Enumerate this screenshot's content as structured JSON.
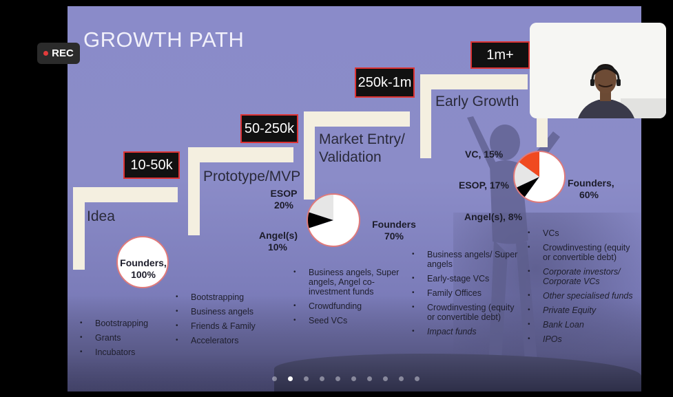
{
  "recording": {
    "label": "REC"
  },
  "slide": {
    "title": "GROWTH PATH",
    "stages": [
      {
        "name": "Idea",
        "amount": "",
        "bullets": [
          "Bootstrapping",
          "Grants",
          "Incubators"
        ]
      },
      {
        "name": "Prototype/MVP",
        "amount": "10-50k",
        "bullets": [
          "Bootstrapping",
          "Business angels",
          "Friends & Family",
          "Accelerators"
        ]
      },
      {
        "name": "Market Entry/ Validation",
        "name_line1": "Market Entry/",
        "name_line2": "Validation",
        "amount": "50-250k",
        "bullets": [
          "Business angels, Super angels, Angel co-investment funds",
          "Crowdfunding",
          "Seed VCs"
        ]
      },
      {
        "name": "Early Growth",
        "amount": "250k-1m",
        "bullets": [
          "Business angels/ Super angels",
          "Early-stage VCs",
          "Family Offices",
          "Crowdinvesting (equity or convertible debt)",
          "Impact funds"
        ]
      },
      {
        "name": "",
        "amount": "1m+",
        "bullets": [
          "VCs",
          "Crowdinvesting (equity or convertible debt)",
          "Corporate investors/ Corporate VCs",
          "Other specialised funds",
          "Private Equity",
          "Bank Loan",
          "IPOs"
        ]
      }
    ],
    "pies": [
      {
        "labels": {
          "founders_l1": "Founders,",
          "founders_l2": "100%"
        },
        "slices": [
          {
            "name": "Founders",
            "value": 100,
            "color": "#ffffff"
          }
        ]
      },
      {
        "labels": {
          "esop_l1": "ESOP",
          "esop_l2": "20%",
          "angel_l1": "Angel(s)",
          "angel_l2": "10%",
          "founders_l1": "Founders",
          "founders_l2": "70%"
        },
        "slices": [
          {
            "name": "Founders",
            "value": 70,
            "color": "#ffffff"
          },
          {
            "name": "Angel(s)",
            "value": 10,
            "color": "#000000"
          },
          {
            "name": "ESOP",
            "value": 20,
            "color": "#e6e6e6"
          }
        ]
      },
      {
        "labels": {
          "vc": "VC, 15%",
          "esop": "ESOP, 17%",
          "angel": "Angel(s), 8%",
          "founders_l1": "Founders,",
          "founders_l2": "60%"
        },
        "slices": [
          {
            "name": "Founders",
            "value": 60,
            "color": "#ffffff"
          },
          {
            "name": "Angel(s)",
            "value": 8,
            "color": "#000000"
          },
          {
            "name": "ESOP",
            "value": 17,
            "color": "#e6e6e6"
          },
          {
            "name": "VC",
            "value": 15,
            "color": "#f04a20"
          }
        ]
      }
    ],
    "page_dots": {
      "count": 10,
      "active_index": 1
    }
  },
  "colors": {
    "slide_bg": "#8a8bc9",
    "step": "#f4efe0",
    "money_box": "#111111",
    "money_border": "#dd3333",
    "rec_dot": "#e23b3b"
  },
  "icons": {
    "rec_indicator": "red-dot-icon",
    "pagination": "dot-icon"
  }
}
